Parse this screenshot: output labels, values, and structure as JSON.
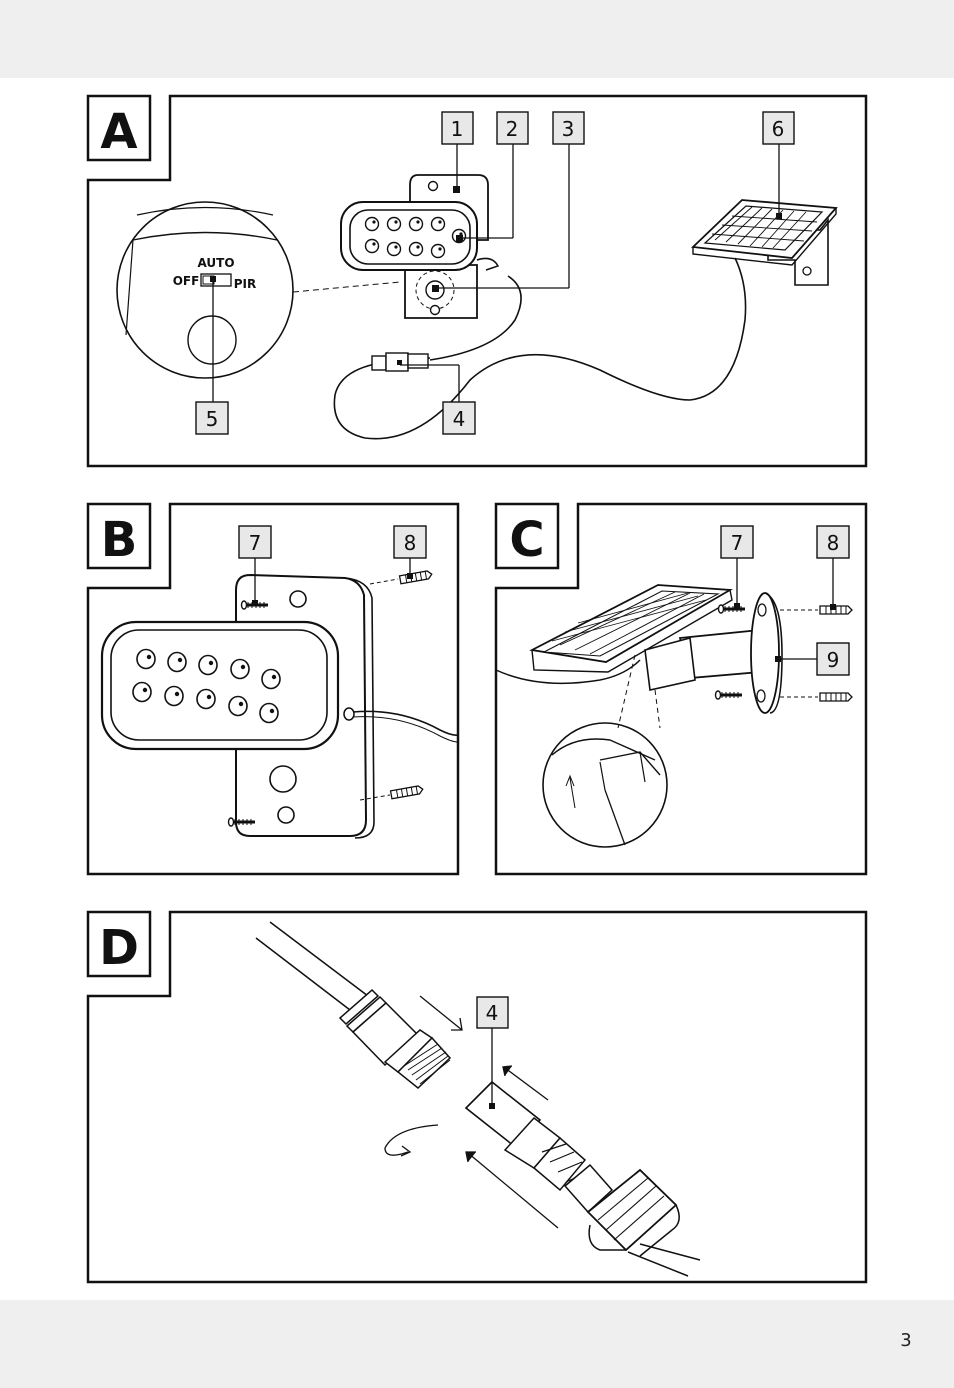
{
  "page_number": "3",
  "panels": {
    "A": {
      "letter": "A",
      "callouts": [
        "1",
        "2",
        "3",
        "4",
        "5",
        "6"
      ],
      "switch_labels": {
        "auto": "AUTO",
        "off": "OFF",
        "pir": "PIR"
      }
    },
    "B": {
      "letter": "B",
      "callouts": [
        "7",
        "8"
      ]
    },
    "C": {
      "letter": "C",
      "callouts": [
        "7",
        "8",
        "9"
      ]
    },
    "D": {
      "letter": "D",
      "callouts": [
        "4"
      ]
    }
  }
}
